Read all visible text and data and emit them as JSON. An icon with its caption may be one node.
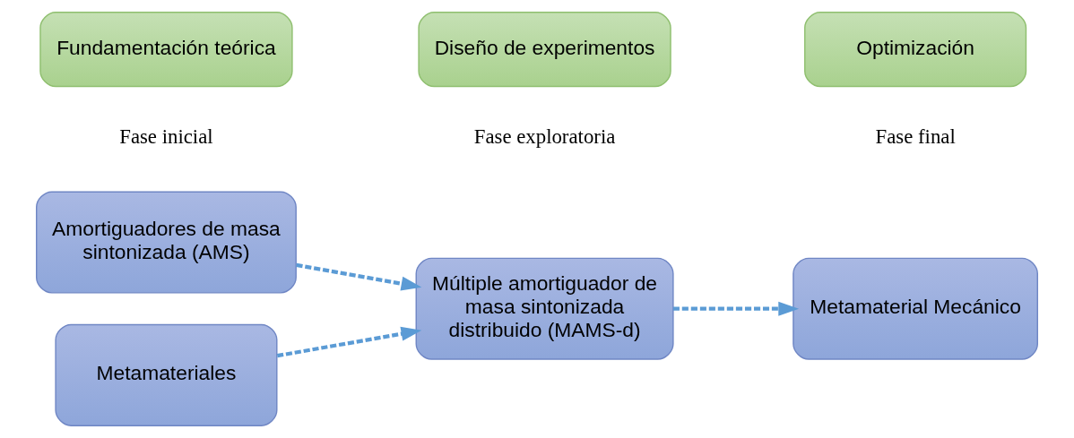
{
  "diagram": {
    "nodes": [
      {
        "text": [
          "Fundamentación teórica"
        ],
        "beside": [
          "Fase inicial"
        ]
      },
      {
        "text": [
          "Diseño de experimentos"
        ],
        "beside": [
          "Fase exploratoria"
        ]
      },
      {
        "text": [
          "Optimización"
        ],
        "beside": [
          "Fase final"
        ]
      },
      {
        "text": [
          "Amortiguadores de masa sintonizada (AMS)"
        ]
      },
      {
        "text": [
          "Metamateriales"
        ]
      },
      {
        "text": [
          "Múltiple amortiguador de masa sintonizada distribuido (MAMS-d)"
        ]
      },
      {
        "text": [
          "Metamaterial Mecánico"
        ]
      }
    ],
    "edges": [
      {
        "from": 3,
        "to": 5,
        "arrow": "to",
        "style": "dashed"
      },
      {
        "from": 4,
        "to": 5,
        "arrow": "to",
        "style": "dashed"
      },
      {
        "from": 5,
        "to": 6,
        "arrow": "to",
        "style": "dashed"
      }
    ]
  }
}
